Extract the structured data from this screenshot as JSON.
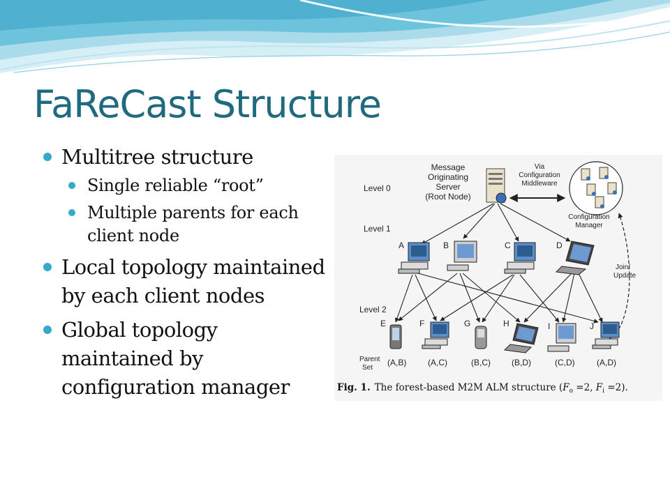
{
  "title": "FaReCast Structure",
  "bullets": {
    "b1": "Multitree structure",
    "b1_sub1": "Single reliable “root”",
    "b1_sub2": "Multiple parents for each client node",
    "b2": "Local topology maintained by each client nodes",
    "b3": "Global topology maintained by configuration manager"
  },
  "figure": {
    "level0": "Level 0",
    "level1": "Level 1",
    "level2": "Level 2",
    "server_line1": "Message",
    "server_line2": "Originating",
    "server_line3": "Server",
    "server_line4": "(Root Node)",
    "via_line1": "Via",
    "via_line2": "Configuration",
    "via_line3": "Middleware",
    "manager_line1": "Configuration",
    "manager_line2": "Manager",
    "join_line1": "Join/",
    "join_line2": "Update",
    "parent_set_line1": "Parent",
    "parent_set_line2": "Set",
    "node_A": "A",
    "node_B": "B",
    "node_C": "C",
    "node_D": "D",
    "node_E": "E",
    "node_F": "F",
    "node_G": "G",
    "node_H": "H",
    "node_I": "I",
    "node_J": "J",
    "ps_E": "(A,B)",
    "ps_F": "(A,C)",
    "ps_G": "(B,C)",
    "ps_H": "(B,D)",
    "ps_I": "(C,D)",
    "ps_J": "(A,D)",
    "caption_fig": "Fig. 1.",
    "caption_text": "The forest-based M2M ALM structure (",
    "caption_fo": "F",
    "caption_fo_sub": "o",
    "caption_mid": " =2, ",
    "caption_fi": "F",
    "caption_fi_sub": "i",
    "caption_end": " =2)."
  },
  "colors": {
    "title": "#1f6a7e",
    "bullet": "#35a9c7",
    "band_dark": "#4fb0cf",
    "band_light": "#a9dbea"
  }
}
